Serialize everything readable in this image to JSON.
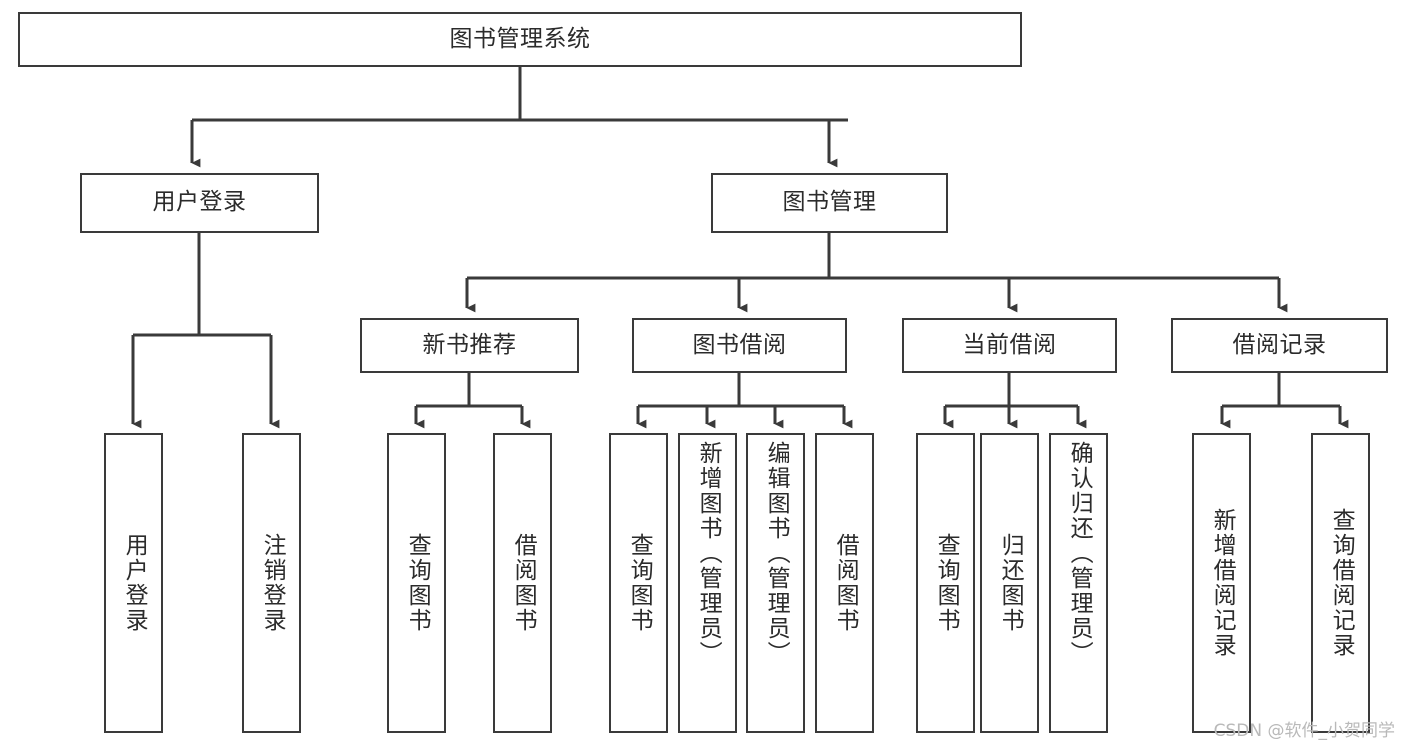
{
  "diagram": {
    "title": "图书管理系统",
    "watermark": "CSDN @软件_小贺同学",
    "line_color": "#3a3a3a",
    "box_fill": "#ffffff",
    "text_color": "#2b2b2b",
    "watermark_color": "#b9b9b9"
  },
  "nodes": {
    "root": {
      "label": "图书管理系统"
    },
    "level2": [
      {
        "label": "用户登录"
      },
      {
        "label": "图书管理"
      }
    ],
    "level3": [
      {
        "label": "新书推荐"
      },
      {
        "label": "图书借阅"
      },
      {
        "label": "当前借阅"
      },
      {
        "label": "借阅记录"
      }
    ],
    "leaves": {
      "user_login": [
        {
          "label": "用户登录"
        },
        {
          "label": "注销登录"
        }
      ],
      "new_book": [
        {
          "label": "查询图书"
        },
        {
          "label": "借阅图书"
        }
      ],
      "borrow_book": [
        {
          "label": "查询图书"
        },
        {
          "label": "新增图书（管理员）"
        },
        {
          "label": "编辑图书（管理员）"
        },
        {
          "label": "借阅图书"
        }
      ],
      "current_borrow": [
        {
          "label": "查询图书"
        },
        {
          "label": "归还图书"
        },
        {
          "label": "确认归还（管理员）"
        }
      ],
      "borrow_record": [
        {
          "label": "新增借阅记录"
        },
        {
          "label": "查询借阅记录"
        }
      ]
    }
  }
}
